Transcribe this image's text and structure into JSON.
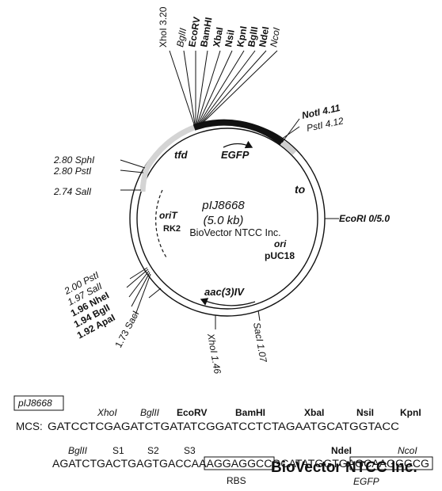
{
  "plasmid": {
    "name": "pIJ8668",
    "size": "(5.0 kb)",
    "watermark": "BioVector NTCC Inc."
  },
  "features": {
    "egfp": "EGFP",
    "tfd": "tfd",
    "to": "to",
    "oriT": "oriT",
    "rk2": "RK2",
    "ori": "ori",
    "puc18": "pUC18",
    "aac": "aac(3)IV"
  },
  "sites": {
    "xhoI_320": "XhoI  3.20",
    "mcs_top": [
      "BglII",
      "EcoRV",
      "BamHI",
      "XbaI",
      "NsiI",
      "KpnI",
      "BglII",
      "NdeI",
      "NcoI"
    ],
    "notI": "NotI  4.11",
    "pstI_412": "PstI  4.12",
    "ecoRI": "EcoRI 0/5.0",
    "sphI": "2.80 SphI",
    "pstI_280": "2.80 PstI",
    "salI_274": "2.74  SalI",
    "pstI_200": "2.00 PstI",
    "salI_197": "1.97  SalI",
    "nheI": "1.96  NheI",
    "bglI": "1.94  BglI",
    "apaI": "1.92  ApaI",
    "sacI_173": "1.73  SacI",
    "xhoI_146": "XhoI  1.46",
    "sacI_107": "SacI  1.07"
  },
  "sequence": {
    "box_label": "pIJ8668",
    "row1_enzymes": [
      "XhoI",
      "BglII",
      "EcoRV",
      "BamHI",
      "XbaI",
      "NsiI",
      "KpnI"
    ],
    "mcs_prefix": "MCS:",
    "mcs_seq": "GATCCTCGAGATCTGATATCGGATCCTCTAGAATGCATGGTACC",
    "row2_labels": [
      "BglII",
      "S1",
      "S2",
      "S3",
      "NdeI",
      "NcoI"
    ],
    "seq2": "AGATCTGACTGAGTGACCAAAGGAGGCCGCATATGGTGAGCAAGGGCG",
    "rbs": "RBS",
    "egfp": "EGFP",
    "watermark": "BioVector NTCC Inc."
  }
}
